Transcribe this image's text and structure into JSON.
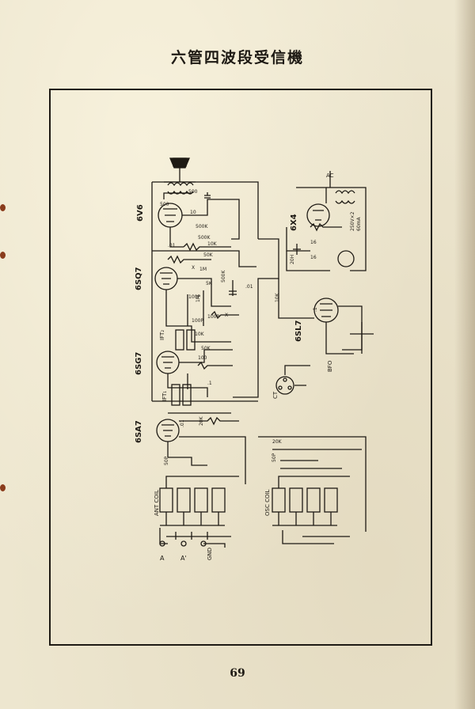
{
  "page": {
    "title": "六管四波段受信機",
    "page_number": "69"
  },
  "tubes": {
    "v1": "6V6",
    "v2": "6SQ7",
    "v3": "6SG7",
    "v4": "6SA7",
    "rect": "6X4",
    "bfo": "6SL7"
  },
  "labels": {
    "ac": "AC",
    "ift2": "IFT₂",
    "ift1": "IFT₁",
    "ant_coil": "ANT COIL",
    "osc_coil": "OSC COIL",
    "bfo": "BFO",
    "ct": "CT",
    "ant_a": "A",
    "ant_a2": "A'",
    "gnd": "GND",
    "rect_spec1": "250V×2",
    "rect_spec2": "60mA",
    "choke": "20H",
    "r500_a": "500",
    "r500_b": "500",
    "r500k_a": "500K",
    "r500k_b": "500K",
    "r500k_c": "500K",
    "r50k_a": "50K",
    "r50k_b": "50K",
    "r10k_a": "10K",
    "r10k_b": "10K",
    "r10k_c": "10K",
    "r20k_a": "20K",
    "r20k_b": "20K",
    "r1m_a": "1M",
    "r1m_b": "1M",
    "r5k": "5K",
    "r100": "100",
    "c01_a": ".01",
    "c01_b": ".01",
    "c01_c": ".01",
    "c1_a": ".1",
    "c1_b": ".1",
    "c100p_a": "100P",
    "c100p_b": "100P",
    "c100p_c": "100P",
    "c50p_a": "50P",
    "c50p_b": "50P",
    "c16_a": "16",
    "c16_b": "16",
    "c10": "10",
    "x_a": "X",
    "x_b": "X"
  }
}
